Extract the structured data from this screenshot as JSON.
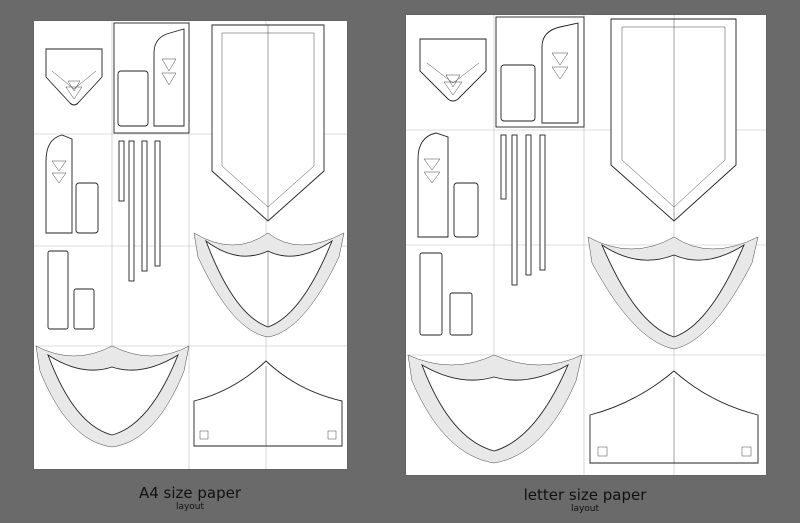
{
  "layouts": [
    {
      "id": "a4",
      "caption": "A4 size paper",
      "subcaption": "layout"
    },
    {
      "id": "letter",
      "caption": "letter size paper",
      "subcaption": "layout"
    }
  ],
  "colors": {
    "background": "#6a6a6a",
    "paper": "#ffffff",
    "outline": "#222222",
    "grid": "#bdbdbd"
  }
}
